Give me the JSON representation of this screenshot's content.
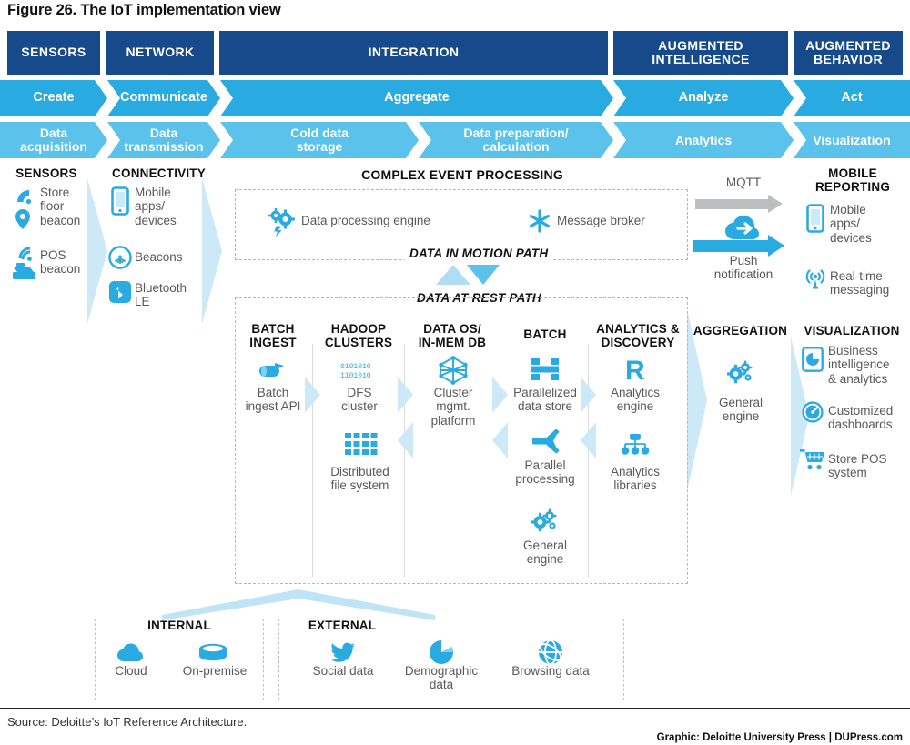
{
  "figure": {
    "title": "Figure 26. The IoT implementation view",
    "source": "Source: Deloitte’s IoT Reference Architecture.",
    "credit": "Graphic: Deloitte University Press  |  DUPress.com"
  },
  "colors": {
    "navy": "#164A8A",
    "cyan": "#29ABE2",
    "light_cyan": "#5BC2EC",
    "pale_blue": "#CDE9F7",
    "dash_blue": "#7EC9EE",
    "grey_arrow": "#BCBEC0",
    "text_grey": "#58595B"
  },
  "bands": {
    "stage": [
      {
        "label": "SENSORS"
      },
      {
        "label": "NETWORK"
      },
      {
        "label": "INTEGRATION"
      },
      {
        "label": "AUGMENTED\nINTELLIGENCE"
      },
      {
        "label": "AUGMENTED\nBEHAVIOR"
      }
    ],
    "action": [
      {
        "label": "Create"
      },
      {
        "label": "Communicate"
      },
      {
        "label": "Aggregate"
      },
      {
        "label": "Analyze"
      },
      {
        "label": "Act"
      }
    ],
    "function": [
      {
        "label": "Data\nacquisition"
      },
      {
        "label": "Data\ntransmission"
      },
      {
        "label": "Cold data\nstorage"
      },
      {
        "label": "Data preparation/\ncalculation"
      },
      {
        "label": "Analytics"
      },
      {
        "label": "Visualization"
      }
    ]
  },
  "sensors": {
    "heading": "SENSORS",
    "items": [
      {
        "icon": "store-floor-beacon-icon",
        "label": "Store\nfloor\nbeacon"
      },
      {
        "icon": "pos-beacon-icon",
        "label": "POS\nbeacon"
      }
    ]
  },
  "connectivity": {
    "heading": "CONNECTIVITY",
    "items": [
      {
        "icon": "mobile-device-icon",
        "label": "Mobile\napps/\ndevices"
      },
      {
        "icon": "beacon-icon",
        "label": "Beacons"
      },
      {
        "icon": "bluetooth-icon",
        "label": "Bluetooth\nLE"
      }
    ]
  },
  "cep": {
    "heading": "COMPLEX EVENT PROCESSING",
    "motion_path_label": "DATA IN MOTION PATH",
    "rest_path_label": "DATA AT REST PATH",
    "motion_items": [
      {
        "icon": "gears-engine-icon",
        "label": "Data processing engine"
      },
      {
        "icon": "asterisk-broker-icon",
        "label": "Message broker"
      }
    ]
  },
  "rest_columns": [
    {
      "heading": "BATCH\nINGEST",
      "items": [
        {
          "icon": "pipe-ingest-icon",
          "label": "Batch\ningest API"
        }
      ]
    },
    {
      "heading": "HADOOP\nCLUSTERS",
      "items": [
        {
          "icon": "binary-dfs-icon",
          "label": "DFS\ncluster"
        },
        {
          "icon": "grid-filesystem-icon",
          "label": "Distributed\nfile system"
        }
      ]
    },
    {
      "heading": "DATA OS/\nIN-MEM DB",
      "items": [
        {
          "icon": "cluster-node-icon",
          "label": "Cluster\nmgmt.\nplatform"
        }
      ]
    },
    {
      "heading": "BATCH",
      "items": [
        {
          "icon": "parallel-store-icon",
          "label": "Parallelized\ndata store"
        },
        {
          "icon": "parallel-merge-icon",
          "label": "Parallel\nprocessing"
        },
        {
          "icon": "gears-engine-icon",
          "label": "General\nengine"
        }
      ]
    },
    {
      "heading": "ANALYTICS &\nDISCOVERY",
      "items": [
        {
          "icon": "r-language-icon",
          "label": "Analytics\nengine"
        },
        {
          "icon": "libraries-tree-icon",
          "label": "Analytics\nlibraries"
        }
      ]
    }
  ],
  "aggregation": {
    "heading": "AGGREGATION",
    "items": [
      {
        "icon": "gears-engine-icon",
        "label": "General\nengine"
      }
    ]
  },
  "visualization": {
    "heading": "VISUALIZATION",
    "items": [
      {
        "icon": "bi-chart-icon",
        "label": "Business\nintelligence\n& analytics"
      },
      {
        "icon": "gauge-dashboard-icon",
        "label": "Customized\ndashboards"
      },
      {
        "icon": "shopping-cart-pos-icon",
        "label": "Store POS\nsystem"
      }
    ]
  },
  "mobile_reporting": {
    "heading": "MOBILE\nREPORTING",
    "arrows": [
      {
        "label": "MQTT",
        "color": "#BCBEC0"
      },
      {
        "label": "Push\nnotification",
        "color": "#29ABE2",
        "icon": "cloud-push-icon"
      }
    ],
    "items": [
      {
        "icon": "mobile-device-icon",
        "label": "Mobile\napps/\ndevices"
      },
      {
        "icon": "realtime-tower-icon",
        "label": "Real-time\nmessaging"
      }
    ]
  },
  "data_sources": {
    "internal": {
      "heading": "INTERNAL",
      "items": [
        {
          "icon": "cloud-icon",
          "label": "Cloud"
        },
        {
          "icon": "database-icon",
          "label": "On-premise"
        }
      ]
    },
    "external": {
      "heading": "EXTERNAL",
      "items": [
        {
          "icon": "twitter-bird-icon",
          "label": "Social data"
        },
        {
          "icon": "pie-chart-icon",
          "label": "Demographic\ndata"
        },
        {
          "icon": "globe-browsing-icon",
          "label": "Browsing data"
        }
      ]
    }
  }
}
